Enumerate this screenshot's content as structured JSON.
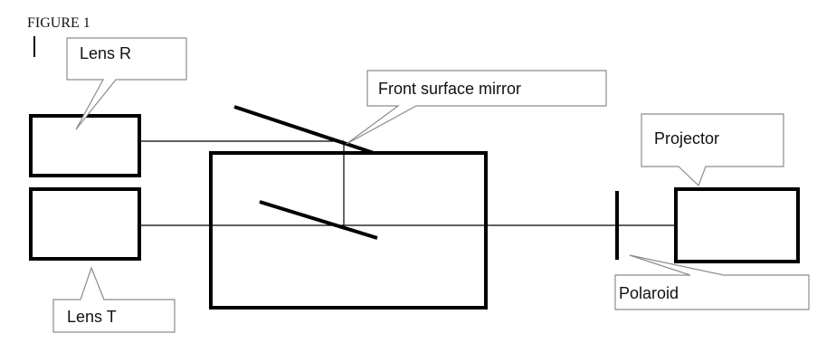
{
  "figure_title": "FIGURE 1",
  "labels": {
    "lens_r": "Lens R",
    "lens_t": "Lens T",
    "mirror": "Front surface mirror",
    "projector": "Projector",
    "polaroid": "Polaroid"
  },
  "colors": {
    "line": "#000000",
    "background": "#ffffff",
    "callout_border": "#8c8c8c"
  }
}
